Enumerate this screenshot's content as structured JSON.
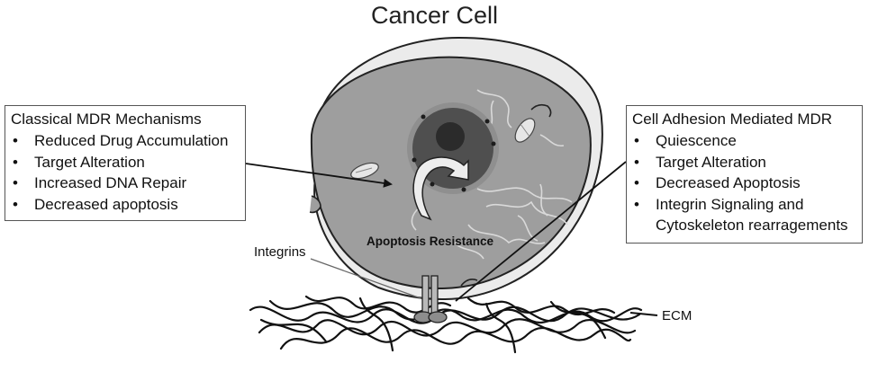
{
  "title": "Cancer Cell",
  "left_box": {
    "header": "Classical MDR Mechanisms",
    "items": [
      "Reduced Drug Accumulation",
      "Target Alteration",
      "Increased DNA Repair",
      "Decreased apoptosis"
    ]
  },
  "right_box": {
    "header": "Cell Adhesion Mediated MDR",
    "items": [
      "Quiescence",
      "Target Alteration",
      "Decreased Apoptosis",
      "Integrin Signaling and",
      "Cytoskeleton rearragements"
    ]
  },
  "labels": {
    "integrins": "Integrins",
    "ecm": "ECM",
    "apoptosis_resistance": "Apoptosis Resistance"
  },
  "colors": {
    "cytoplasm": "#9e9e9e",
    "nucleus": "#4f4f4f",
    "nucleolus": "#2b2b2b",
    "membrane": "#e9e9e9",
    "outline": "#222222"
  }
}
